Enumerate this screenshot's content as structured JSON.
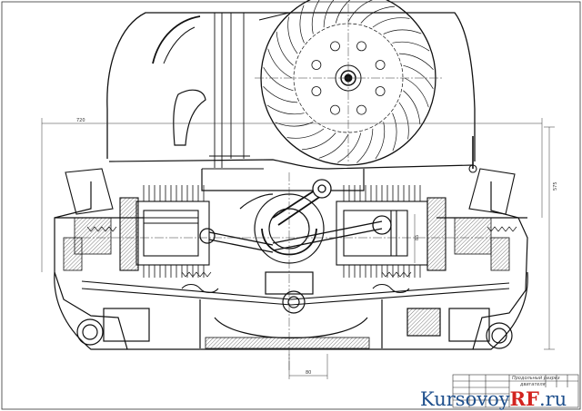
{
  "drawing": {
    "dimensions": {
      "width_overall": "720",
      "height_overall": "575",
      "crank_offset": "80",
      "piston_bore": "85"
    },
    "title_block": {
      "title_line1": "Продольный разрез",
      "title_line2": "двигателя"
    }
  },
  "watermark": {
    "part1": "Kursovoy",
    "part2": "RF",
    "part3": ".ru"
  }
}
